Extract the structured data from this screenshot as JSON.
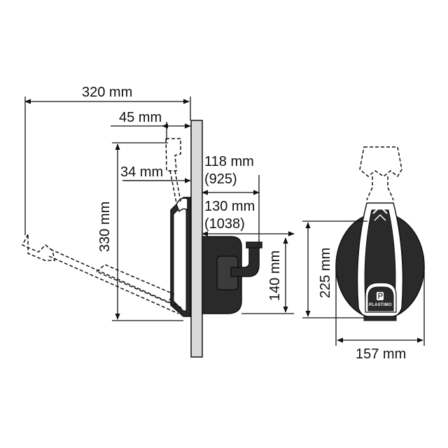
{
  "dimensions": {
    "width_total": "320 mm",
    "handle_offset": "45 mm",
    "handle_depth": "34 mm",
    "height_total": "330 mm",
    "depth_1": "118 mm",
    "depth_1_alt": "(925)",
    "depth_2": "130 mm",
    "depth_2_alt": "(1038)",
    "height_body": "140 mm",
    "height_front": "225 mm",
    "width_front": "157 mm"
  },
  "brand": {
    "logo_text": "PLASTIMO"
  },
  "colors": {
    "line": "#111111",
    "body_fill": "#2a2a2a",
    "wall_fill": "#d9d9d9",
    "background": "#ffffff"
  }
}
